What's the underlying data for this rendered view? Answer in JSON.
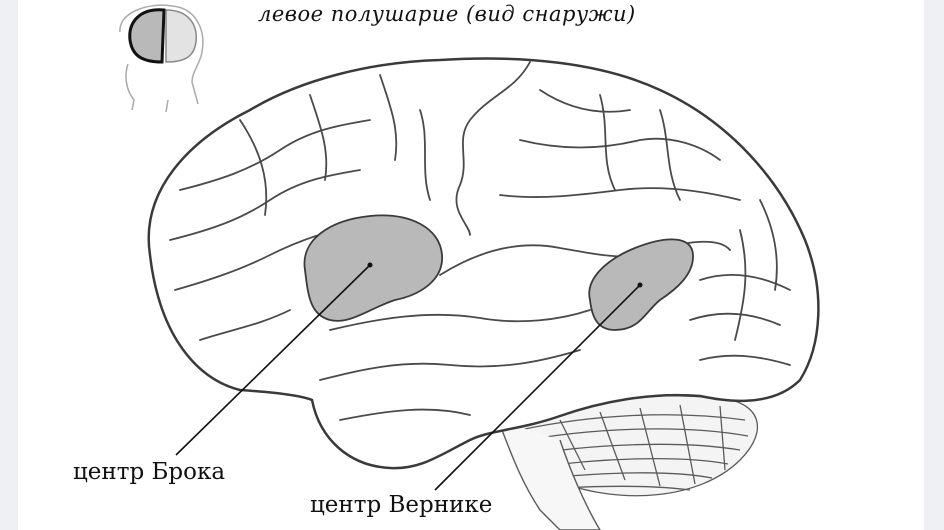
{
  "diagram": {
    "title": "левое полушарие (вид снаружи)",
    "labels": {
      "broca": "центр Брока",
      "wernicke": "центр Вернике"
    }
  },
  "colors": {
    "outline": "#3a3a3a",
    "region_fill": "#b9b9b9",
    "background": "#ffffff",
    "side_band": "#eef0f3"
  },
  "icons": [
    "head-hemisphere-icon",
    "brain-illustration"
  ]
}
